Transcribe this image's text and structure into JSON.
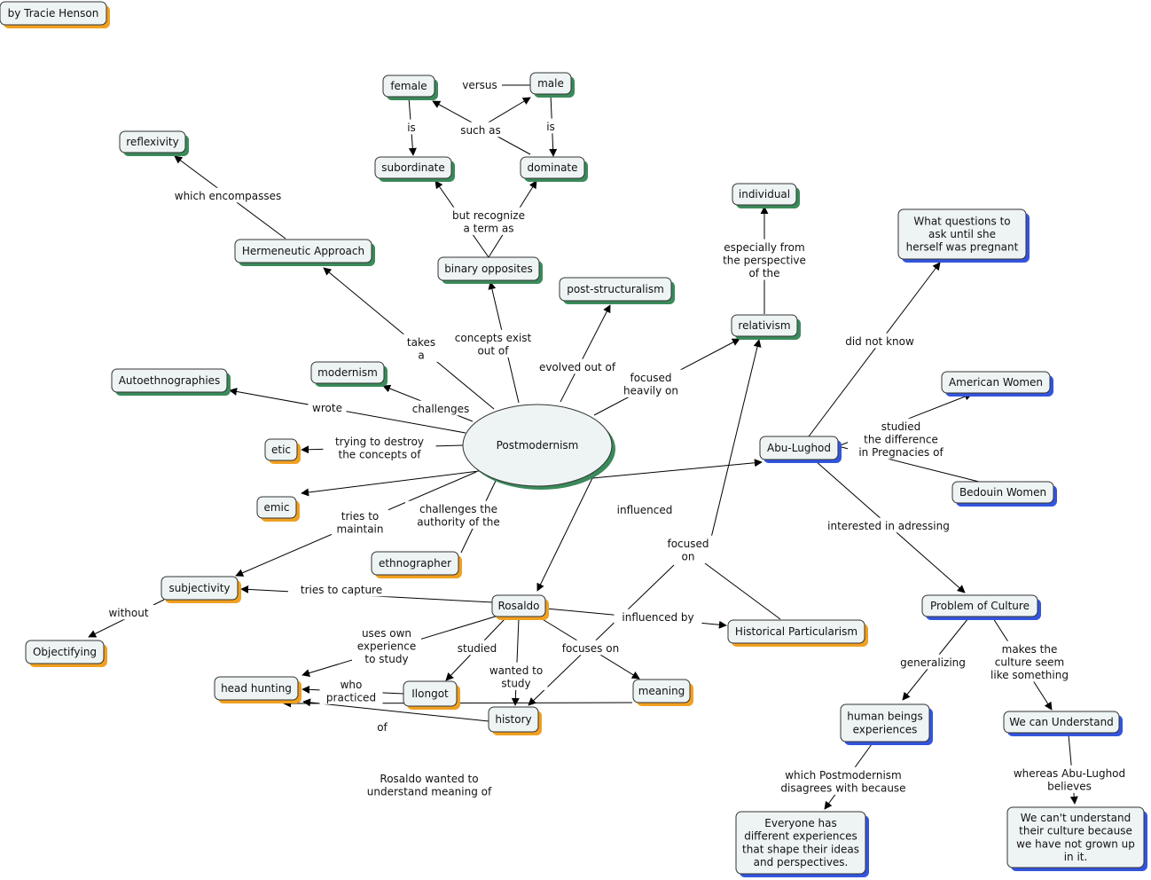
{
  "author": "by Tracie Henson",
  "nodes": {
    "author": "by Tracie Henson",
    "postmodernism": "Postmodernism",
    "female": "female",
    "male": "male",
    "subordinate": "subordinate",
    "dominate": "dominate",
    "reflexivity": "reflexivity",
    "hermeneutic": "Hermeneutic Approach",
    "binary": "binary opposites",
    "poststructuralism": "post-structuralism",
    "individual": "individual",
    "relativism": "relativism",
    "questions": [
      "What questions to",
      "ask until she",
      "herself was pregnant"
    ],
    "autoethnographies": "Autoethnographies",
    "modernism": "modernism",
    "etic": "etic",
    "emic": "emic",
    "american_women": "American Women",
    "abu_lughod": "Abu-Lughod",
    "bedouin_women": "Bedouin Women",
    "subjectivity": "subjectivity",
    "ethnographer": "ethnographer",
    "objectifying": "Objectifying",
    "rosaldo": "Rosaldo",
    "problem_of_culture": "Problem of Culture",
    "historical_particularism": "Historical Particularism",
    "head_hunting": "head hunting",
    "ilongot": "Ilongot",
    "meaning": "meaning",
    "history": "history",
    "human_beings": [
      "human beings",
      "experiences"
    ],
    "we_can_understand": "We can Understand",
    "everyone": [
      "Everyone has",
      "different experiences",
      "that shape their ideas",
      "and perspectives."
    ],
    "we_cant": [
      "We can't understand",
      "their culture because",
      "we have not grown up",
      "in it."
    ]
  },
  "links": {
    "versus": [
      "versus"
    ],
    "such_as": [
      "such as"
    ],
    "is_left": [
      "is"
    ],
    "is_right": [
      "is"
    ],
    "but_recognize": [
      "but recognize",
      "a term as"
    ],
    "which_encompasses": [
      "which encompasses"
    ],
    "concepts_exist": [
      "concepts exist",
      "out of"
    ],
    "evolved_out_of": [
      "evolved out of"
    ],
    "especially": [
      "especially from",
      "the perspective",
      "of the"
    ],
    "focused_heavily": [
      "focused",
      "heavily on"
    ],
    "takes_a": [
      "takes",
      "a"
    ],
    "challenges": [
      "challenges"
    ],
    "wrote": [
      "wrote"
    ],
    "trying_to_destroy": [
      "trying to destroy",
      "the concepts of"
    ],
    "did_not_know": [
      "did not know"
    ],
    "studied_difference": [
      "studied",
      "the difference",
      "in Pregnacies of"
    ],
    "tries_to_maintain": [
      "tries to",
      "maintain"
    ],
    "challenges_authority": [
      "challenges the",
      "authority of the"
    ],
    "influenced": [
      "influenced"
    ],
    "focused_on": [
      "focused",
      "on"
    ],
    "interested_in": [
      "interested in adressing"
    ],
    "without": [
      "without"
    ],
    "tries_to_capture": [
      "tries to capture"
    ],
    "influenced_by": [
      "influenced by"
    ],
    "uses_own": [
      "uses own",
      "experience",
      "to study"
    ],
    "studied": [
      "studied"
    ],
    "wanted_to_study": [
      "wanted to",
      "study"
    ],
    "focuses_on": [
      "focuses on"
    ],
    "who_practiced": [
      "who",
      "practiced"
    ],
    "of": [
      "of"
    ],
    "rosaldo_wanted": [
      "Rosaldo wanted to",
      "understand meaning of"
    ],
    "generalizing": [
      "generalizing"
    ],
    "makes_culture": [
      "makes the",
      "culture seem",
      "like something"
    ],
    "which_postmodernism": [
      "which Postmodernism",
      "disagrees with because"
    ],
    "whereas": [
      "whereas Abu-Lughod",
      "believes"
    ]
  },
  "colors": {
    "node_fill": "#eef4f4",
    "green_shadow": "#3a8a5a",
    "orange_shadow": "#f0a020",
    "blue_shadow": "#3355dd",
    "gray_shadow": "#777777"
  }
}
